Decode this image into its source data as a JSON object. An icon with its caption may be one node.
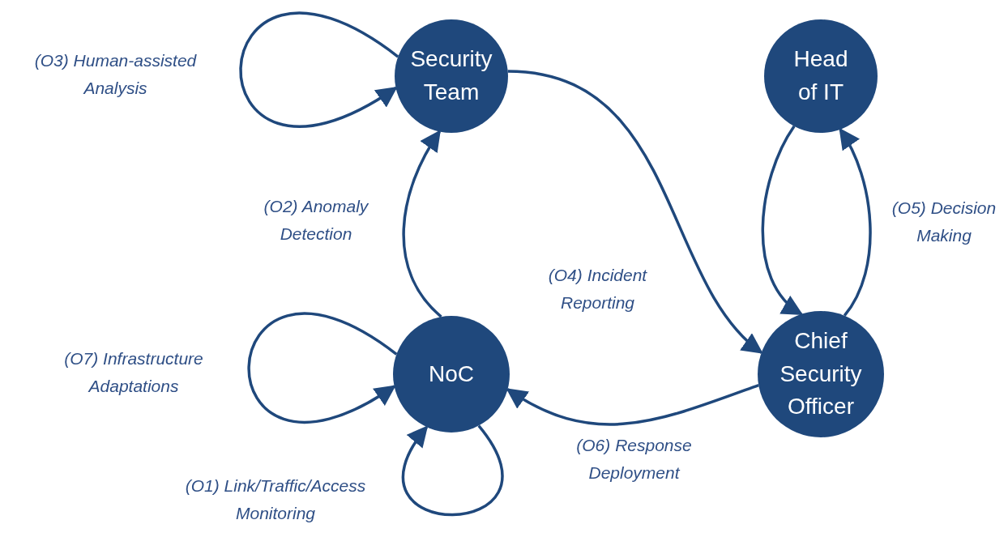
{
  "diagram": {
    "nodes": [
      {
        "text": [
          "Security Team"
        ]
      },
      {
        "text": [
          "Head of IT"
        ]
      },
      {
        "text": [
          "NoC"
        ]
      },
      {
        "text": [
          "Chief Security Officer"
        ]
      }
    ],
    "edges": [
      {
        "from": 0,
        "to": 0,
        "arrow": "to",
        "label": "(O3) Human-assisted Analysis"
      },
      {
        "from": 2,
        "to": 0,
        "arrow": "to",
        "label": "(O2) Anomaly Detection"
      },
      {
        "from": 0,
        "to": 3,
        "arrow": "to",
        "label": "(O4) Incident Reporting"
      },
      {
        "from": 1,
        "to": 3,
        "arrow": "to"
      },
      {
        "from": 3,
        "to": 1,
        "arrow": "to",
        "label": "(O5) Decision Making"
      },
      {
        "from": 3,
        "to": 2,
        "arrow": "to",
        "label": "(O6) Response Deployment"
      },
      {
        "from": 2,
        "to": 2,
        "arrow": "to",
        "label": "(O7) Infrastructure Adaptations"
      },
      {
        "from": 2,
        "to": 2,
        "arrow": "to",
        "label": "(O1) Link/Traffic/Access Monitoring"
      }
    ]
  }
}
